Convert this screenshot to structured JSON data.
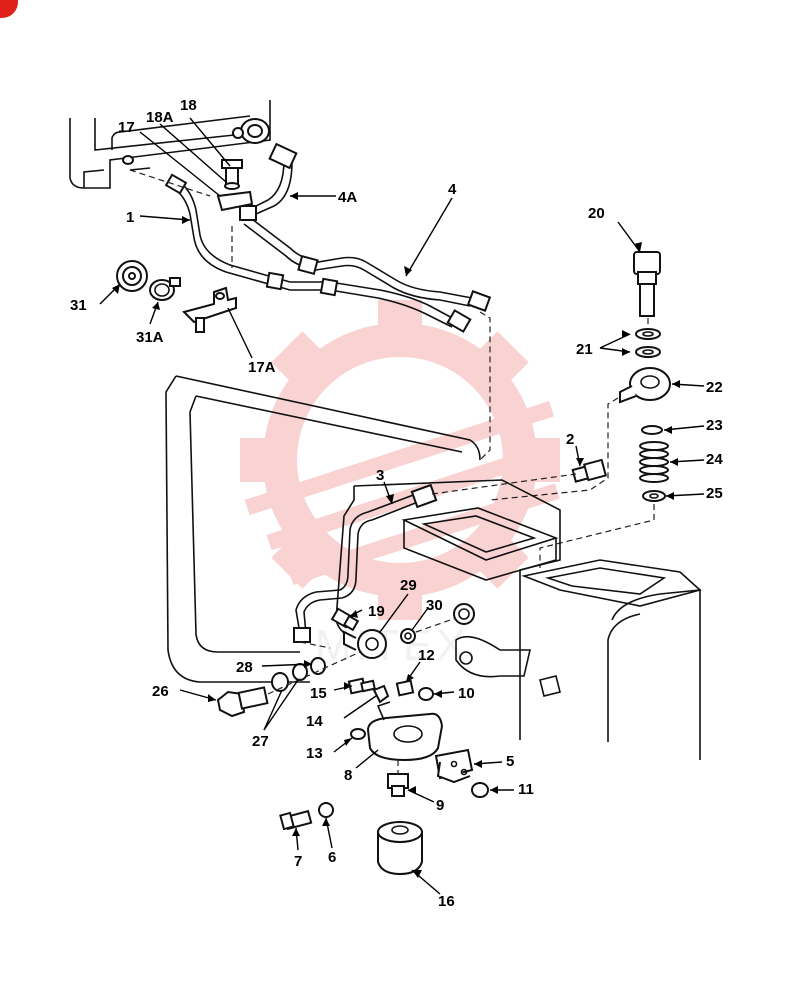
{
  "diagram": {
    "callouts": [
      {
        "id": "c-1",
        "text": "1"
      },
      {
        "id": "c-2",
        "text": "2"
      },
      {
        "id": "c-3",
        "text": "3"
      },
      {
        "id": "c-4",
        "text": "4"
      },
      {
        "id": "c-4a",
        "text": "4A"
      },
      {
        "id": "c-5",
        "text": "5"
      },
      {
        "id": "c-6",
        "text": "6"
      },
      {
        "id": "c-7",
        "text": "7"
      },
      {
        "id": "c-8",
        "text": "8"
      },
      {
        "id": "c-9",
        "text": "9"
      },
      {
        "id": "c-10",
        "text": "10"
      },
      {
        "id": "c-11",
        "text": "11"
      },
      {
        "id": "c-12",
        "text": "12"
      },
      {
        "id": "c-13",
        "text": "13"
      },
      {
        "id": "c-14",
        "text": "14"
      },
      {
        "id": "c-15",
        "text": "15"
      },
      {
        "id": "c-16",
        "text": "16"
      },
      {
        "id": "c-17",
        "text": "17"
      },
      {
        "id": "c-17a",
        "text": "17A"
      },
      {
        "id": "c-18",
        "text": "18"
      },
      {
        "id": "c-18a",
        "text": "18A"
      },
      {
        "id": "c-19",
        "text": "19"
      },
      {
        "id": "c-20",
        "text": "20"
      },
      {
        "id": "c-21",
        "text": "21"
      },
      {
        "id": "c-22",
        "text": "22"
      },
      {
        "id": "c-23",
        "text": "23"
      },
      {
        "id": "c-24",
        "text": "24"
      },
      {
        "id": "c-25",
        "text": "25"
      },
      {
        "id": "c-26",
        "text": "26"
      },
      {
        "id": "c-27",
        "text": "27"
      },
      {
        "id": "c-28",
        "text": "28"
      },
      {
        "id": "c-29",
        "text": "29"
      },
      {
        "id": "c-30",
        "text": "30"
      },
      {
        "id": "c-31",
        "text": "31"
      },
      {
        "id": "c-31a",
        "text": "31A"
      }
    ]
  },
  "watermark": {
    "text": "MITEX",
    "color": "#f08080"
  },
  "colors": {
    "line": "#111111",
    "background": "#ffffff",
    "corner_badge": "#e0201b"
  }
}
